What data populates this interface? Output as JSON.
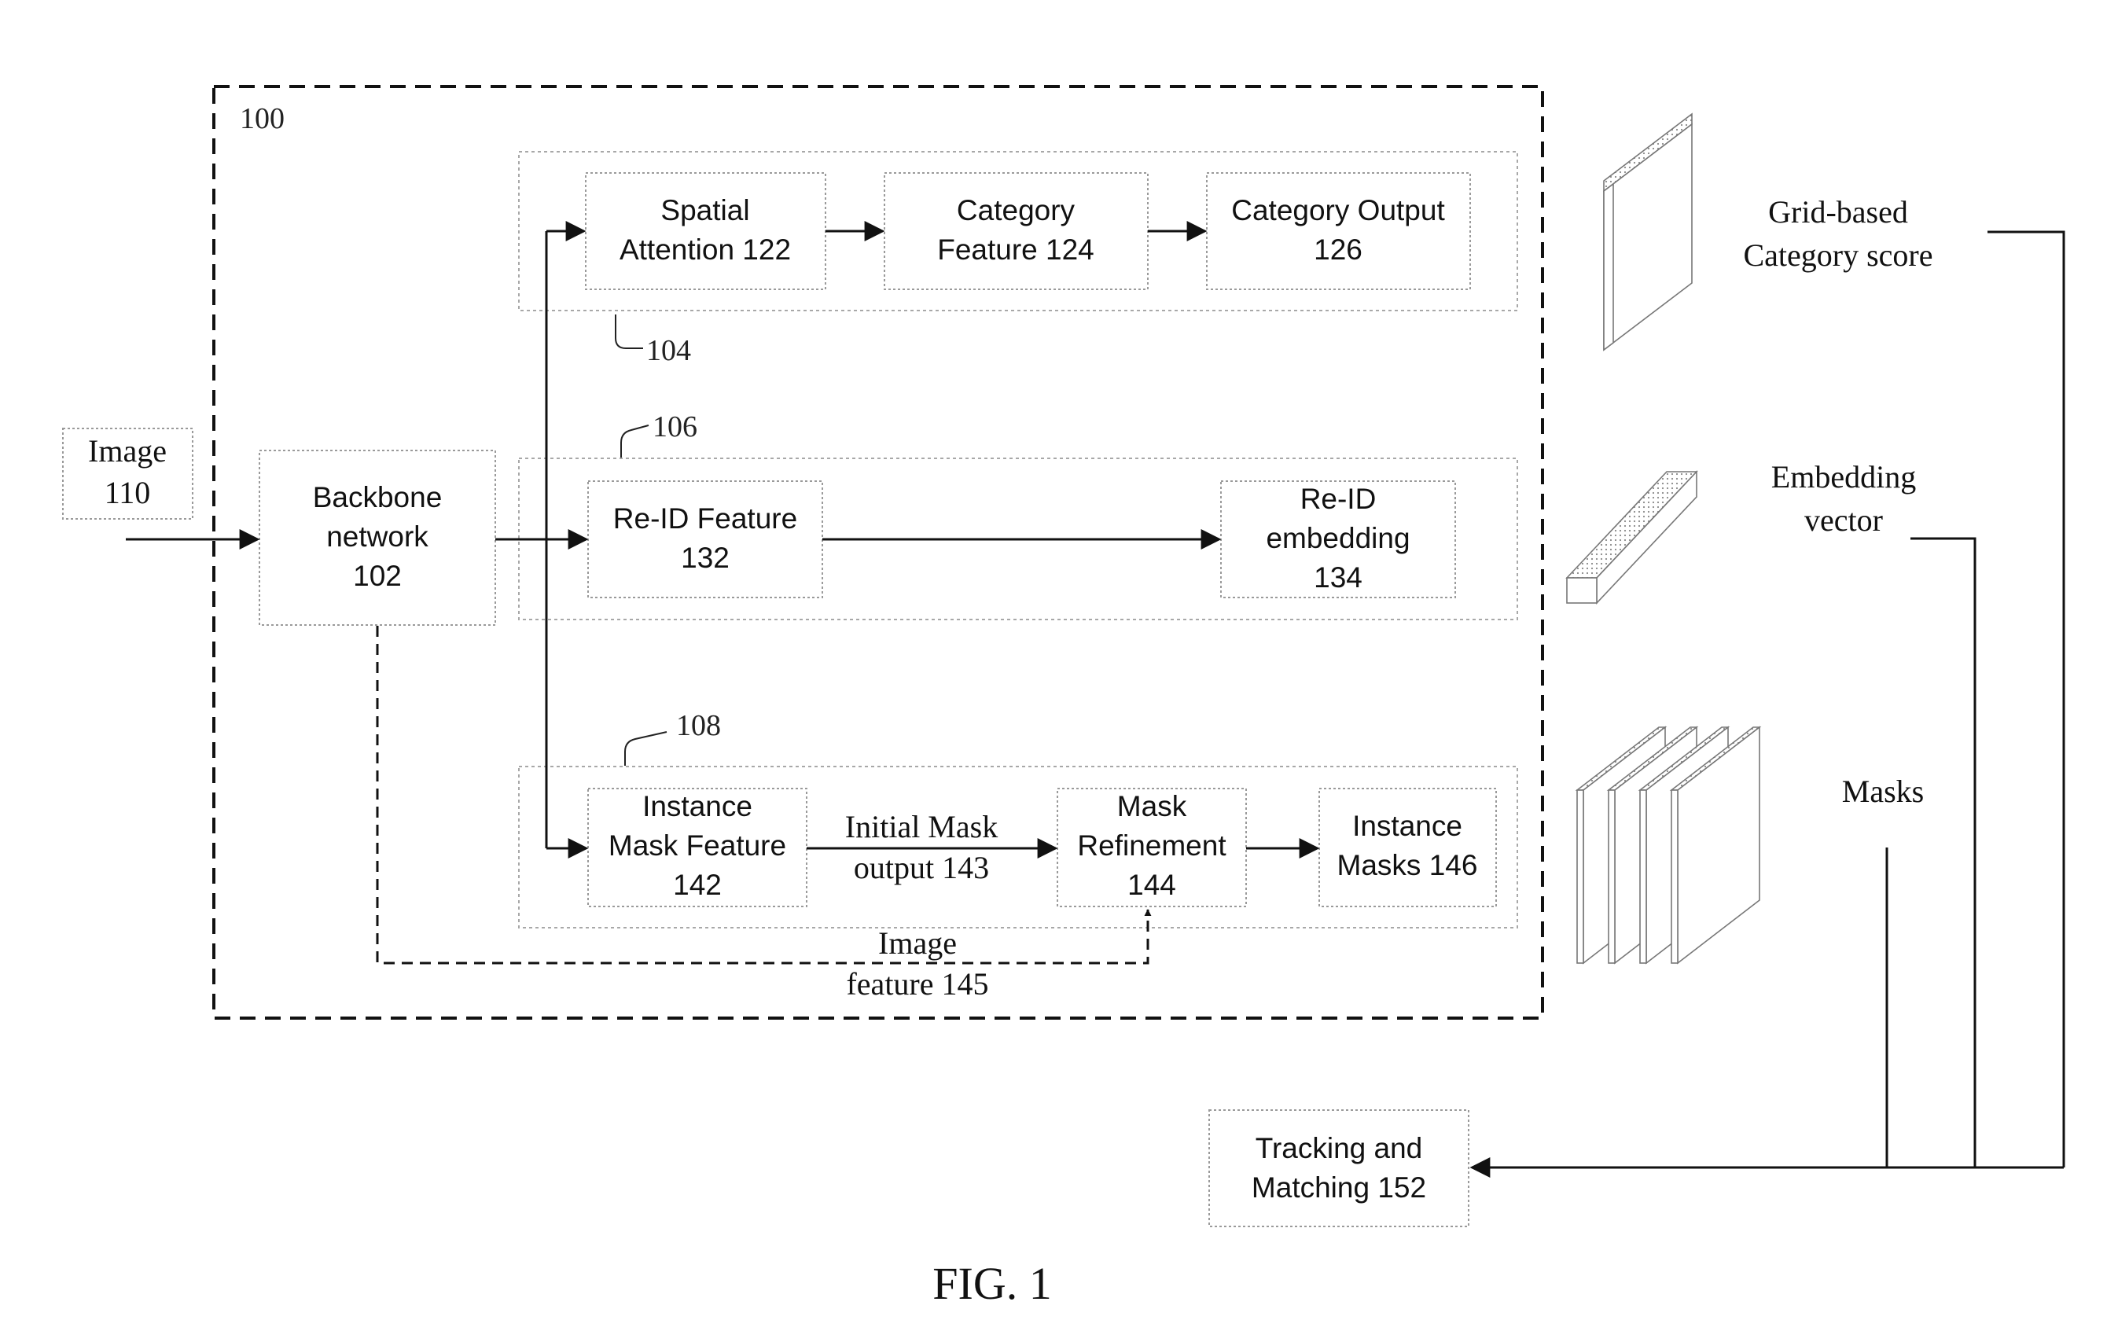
{
  "figure": {
    "caption": "FIG. 1",
    "system_label": "100",
    "input": {
      "line1": "Image",
      "line2": "110"
    },
    "backbone": {
      "line1": "Backbone",
      "line2": "network",
      "line3": "102"
    },
    "branch_refs": {
      "category": "104",
      "reid": "106",
      "mask": "108"
    },
    "category_branch": {
      "spatial_attention": {
        "line1": "Spatial",
        "line2": "Attention 122"
      },
      "category_feature": {
        "line1": "Category",
        "line2": "Feature 124"
      },
      "category_output": {
        "line1": "Category Output",
        "line2": "126"
      }
    },
    "reid_branch": {
      "reid_feature": {
        "line1": "Re-ID Feature",
        "line2": "132"
      },
      "reid_embedding": {
        "line1": "Re-ID",
        "line2": "embedding",
        "line3": "134"
      }
    },
    "mask_branch": {
      "instance_mask_feature": {
        "line1": "Instance",
        "line2": "Mask Feature",
        "line3": "142"
      },
      "initial_mask_output": {
        "line1": "Initial Mask",
        "line2": "output 143"
      },
      "mask_refinement": {
        "line1": "Mask",
        "line2": "Refinement",
        "line3": "144"
      },
      "instance_masks": {
        "line1": "Instance",
        "line2": "Masks 146"
      },
      "image_feature": {
        "line1": "Image",
        "line2": "feature 145"
      }
    },
    "outputs": {
      "category_score": {
        "line1": "Grid-based",
        "line2": "Category score"
      },
      "embedding_vector": {
        "line1": "Embedding",
        "line2": "vector"
      },
      "masks": "Masks"
    },
    "tracking": {
      "line1": "Tracking and",
      "line2": "Matching 152"
    }
  }
}
